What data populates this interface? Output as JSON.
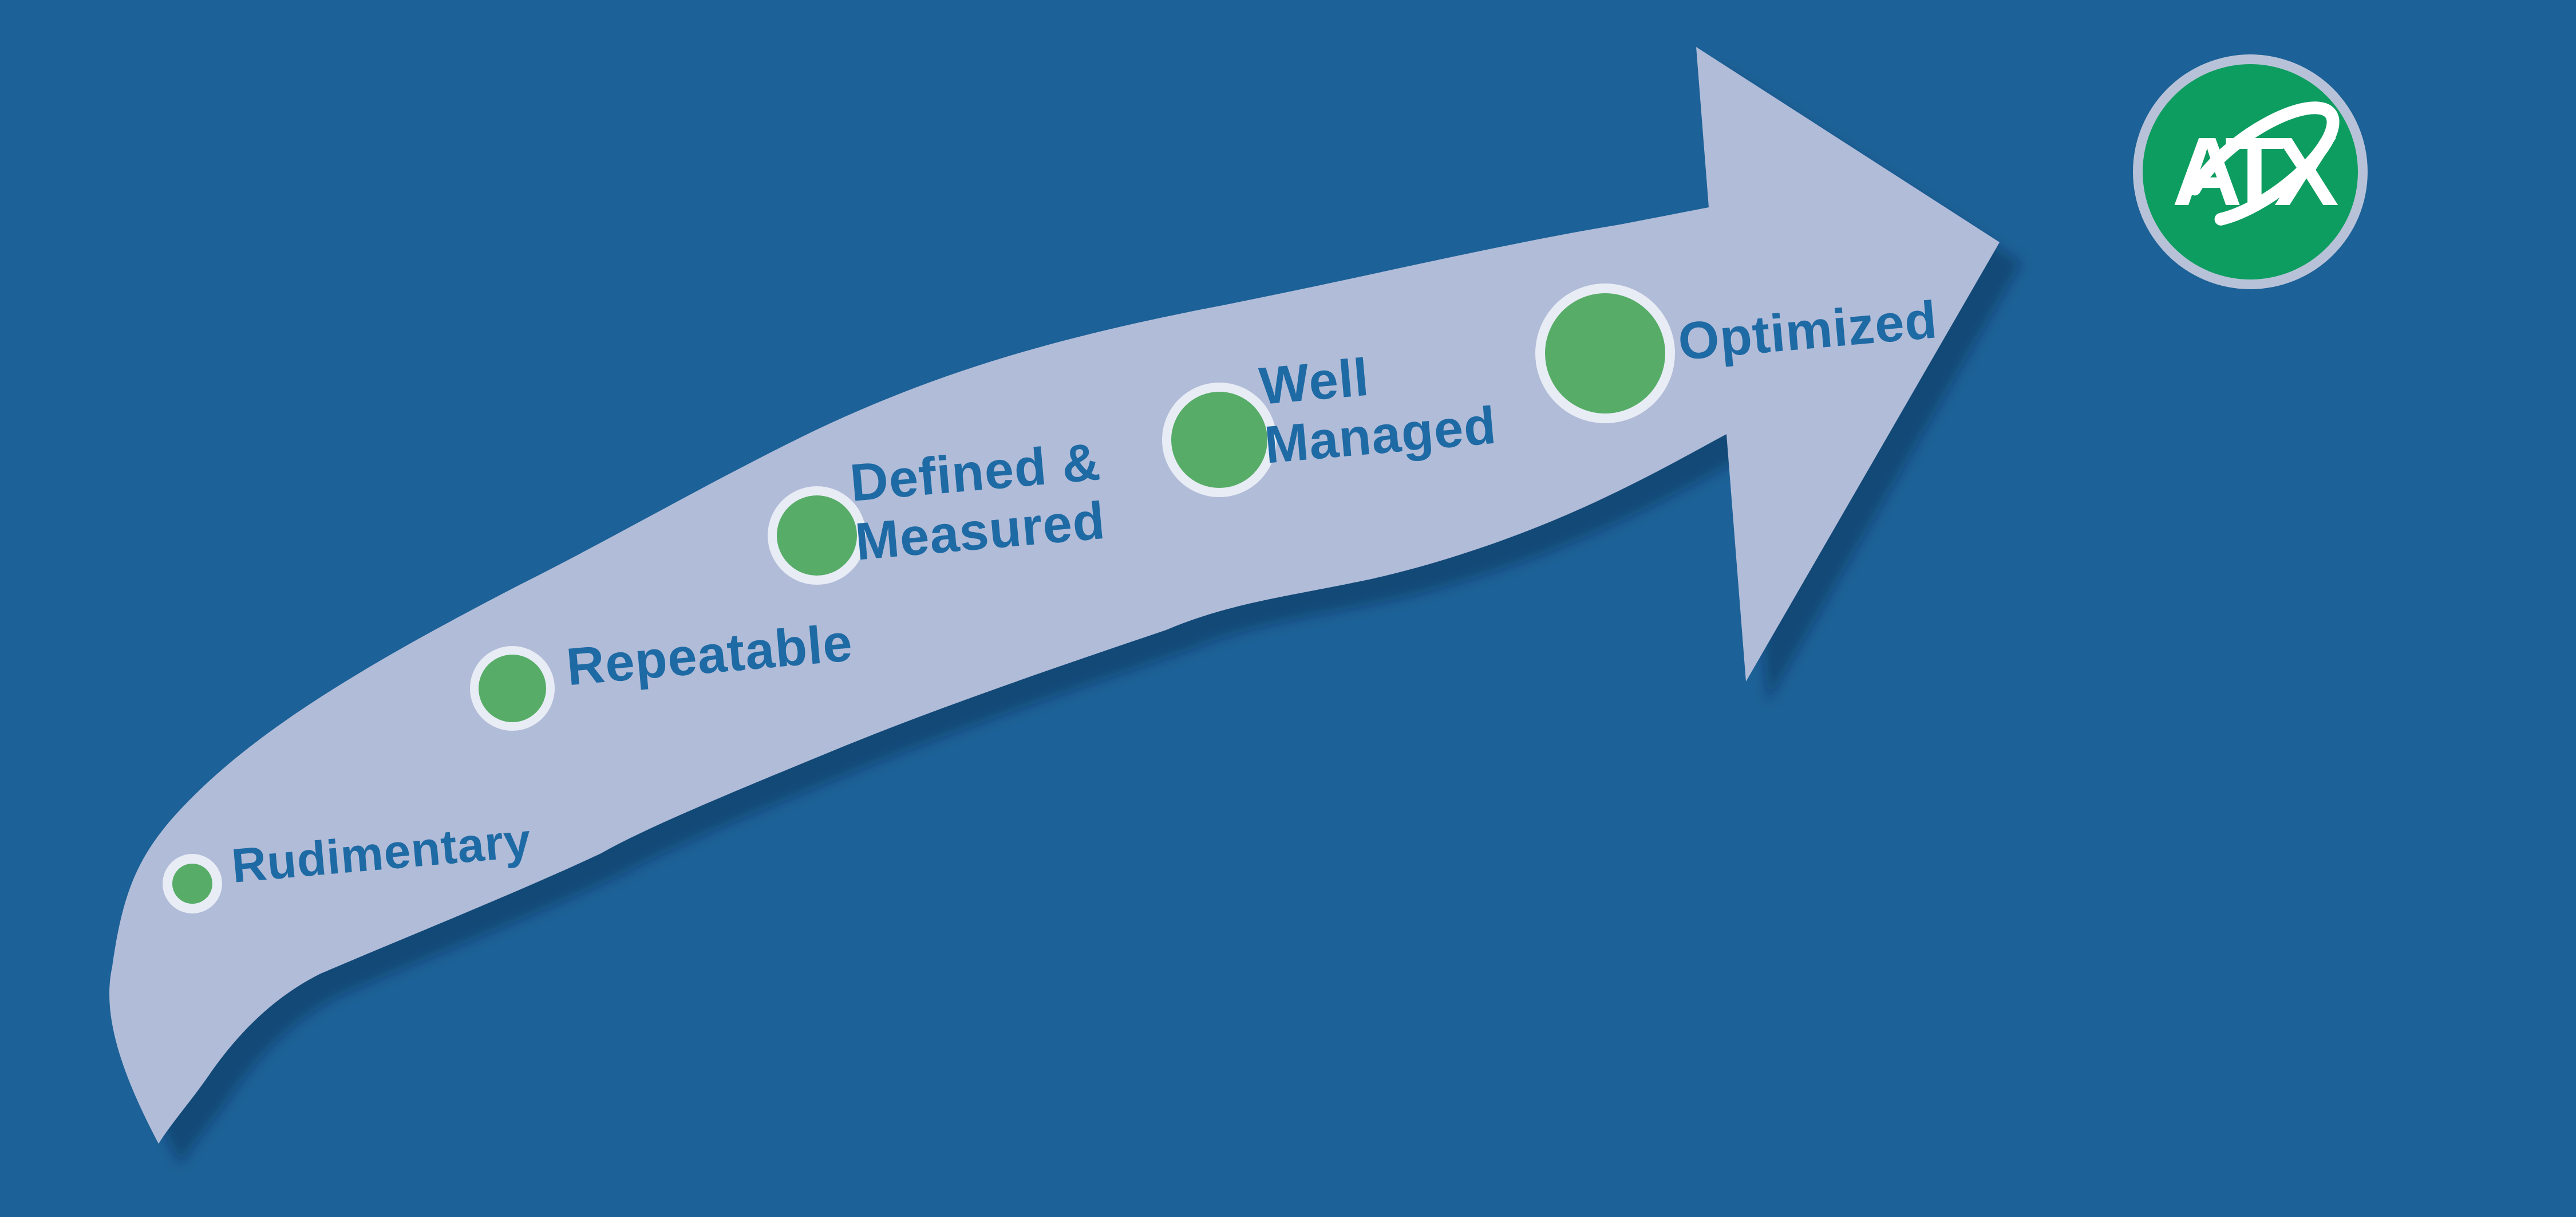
{
  "diagram": {
    "kind": "maturity-curve-arrow",
    "direction": "bottom-left to top-right"
  },
  "colors": {
    "background": "#1C6197",
    "arrow_band": "#B1BCD8",
    "arrow_shadow": "#04213A",
    "marker_green": "#57AD68",
    "marker_ring": "#E8ECF5",
    "label_text": "#1E6AA4",
    "logo_green": "#0E9D60",
    "logo_ring": "#B7C2D8",
    "logo_mark": "#FFFFFF"
  },
  "stages": [
    {
      "label": "Rudimentary"
    },
    {
      "label": "Repeatable"
    },
    {
      "label": "Defined &\nMeasured"
    },
    {
      "label": "Well\nManaged"
    },
    {
      "label": "Optimized"
    }
  ],
  "logo": {
    "monogram": "ATX"
  }
}
